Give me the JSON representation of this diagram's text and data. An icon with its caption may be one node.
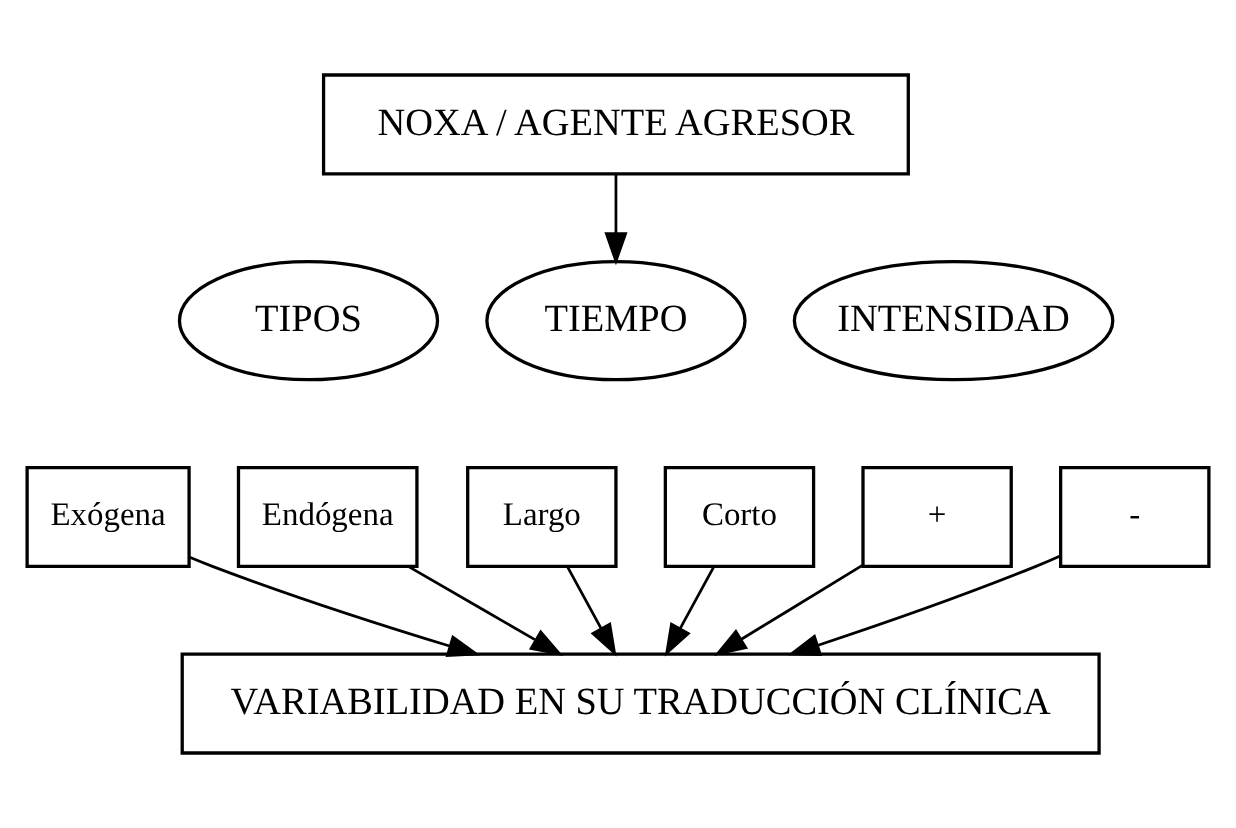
{
  "diagram": {
    "nodes": [
      {
        "text": [
          "NOXA / AGENTE AGRESOR"
        ]
      },
      {
        "text": [
          "TIPOS"
        ]
      },
      {
        "text": [
          "TIEMPO"
        ]
      },
      {
        "text": [
          "INTENSIDAD"
        ]
      },
      {
        "text": [
          "Exógena"
        ]
      },
      {
        "text": [
          "Endógena"
        ]
      },
      {
        "text": [
          "Largo"
        ]
      },
      {
        "text": [
          "Corto"
        ]
      },
      {
        "text": [
          "+"
        ]
      },
      {
        "text": [
          "-"
        ]
      },
      {
        "text": [
          "VARIABILIDAD EN SU TRADUCCIÓN CLÍNICA"
        ]
      }
    ],
    "edges": [
      {
        "from": 0,
        "to": 2,
        "arrow": "to"
      },
      {
        "from": 4,
        "to": 10,
        "arrow": "to"
      },
      {
        "from": 5,
        "to": 10,
        "arrow": "to"
      },
      {
        "from": 6,
        "to": 10,
        "arrow": "to"
      },
      {
        "from": 7,
        "to": 10,
        "arrow": "to"
      },
      {
        "from": 8,
        "to": 10,
        "arrow": "to"
      },
      {
        "from": 9,
        "to": 10,
        "arrow": "to"
      }
    ]
  }
}
